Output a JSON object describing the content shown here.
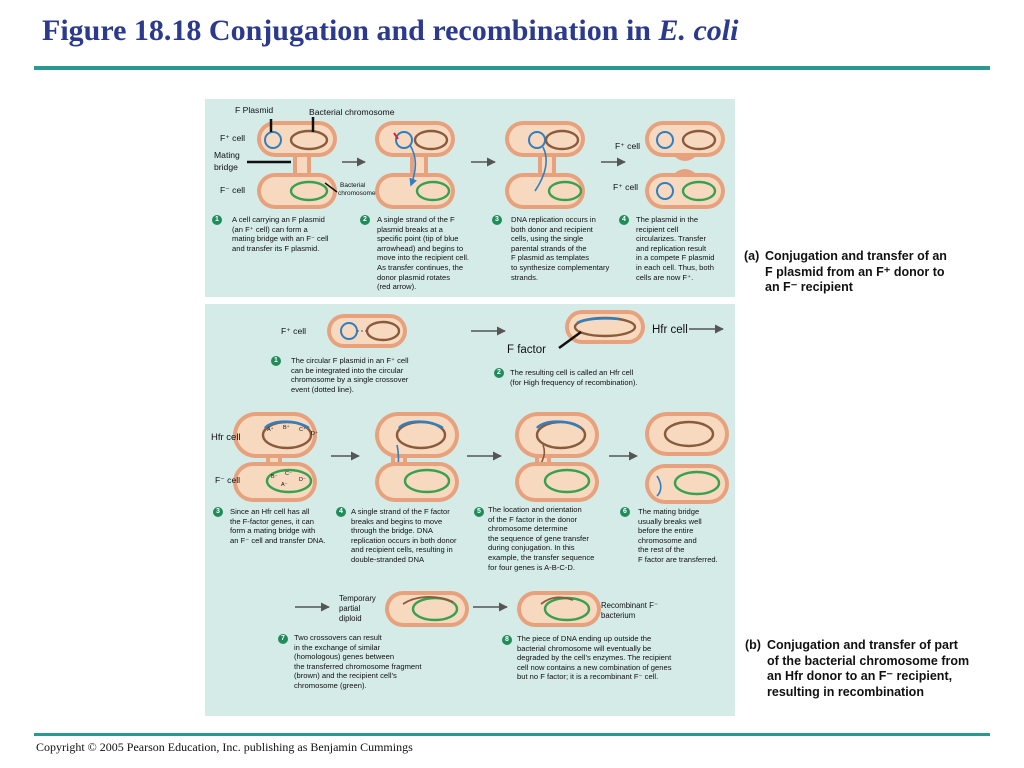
{
  "title": {
    "main": "Figure 18.18 Conjugation and recombination in ",
    "italic": "E. coli"
  },
  "copyright": "Copyright © 2005 Pearson Education, Inc. publishing as Benjamin Cummings",
  "panel_a": {
    "labels": {
      "f_plasmid": "F Plasmid",
      "bacterial_chromosome_top": "Bacterial chromosome",
      "f_plus_cell": "F⁺ cell",
      "mating": "Mating",
      "bridge": "bridge",
      "f_minus_cell": "F⁻ cell",
      "bacterial": "Bacterial",
      "chromosome": "chromosome",
      "f_plus_cell_right_top": "F⁺ cell",
      "f_plus_cell_right_bottom": "F⁺ cell"
    },
    "steps": [
      {
        "num": "1",
        "lines": [
          "A cell carrying an F plasmid",
          "(an F⁺ cell) can form a",
          "mating bridge with an F⁻ cell",
          "and transfer its F plasmid."
        ]
      },
      {
        "num": "2",
        "lines": [
          "A single strand of the F",
          "plasmid breaks at a",
          "specific point (tip of blue",
          "arrowhead) and begins to",
          "move into the recipient cell.",
          "As transfer continues, the",
          "donor plasmid rotates",
          "(red arrow)."
        ]
      },
      {
        "num": "3",
        "lines": [
          "DNA replication occurs in",
          "both donor and recipient",
          "cells, using the single",
          "parental strands of the",
          "F plasmid as templates",
          "to synthesize complementary",
          "strands."
        ]
      },
      {
        "num": "4",
        "lines": [
          "The plasmid in the",
          "recipient cell",
          "circularizes. Transfer",
          "and replication  result",
          "in a compete F  plasmid",
          "in each cell. Thus, both",
          "cells are now F⁺."
        ]
      }
    ],
    "caption": {
      "tag": "(a)",
      "lines": [
        "Conjugation and transfer of an",
        "F plasmid from an F⁺ donor to",
        "an F⁻  recipient"
      ]
    }
  },
  "panel_b": {
    "labels": {
      "f_plus_cell": "F⁺ cell",
      "hfr_cell_top": "Hfr cell",
      "f_factor": "F factor",
      "hfr_cell": "Hfr cell",
      "f_minus_cell": "F⁻ cell",
      "temporary": "Temporary",
      "partial": "partial",
      "diploid": "diploid",
      "recombinant": "Recombinant F⁻",
      "bacterium": "bacterium"
    },
    "genes": {
      "a": "A⁺",
      "b": "B⁺",
      "c": "C⁺",
      "d": "D⁺",
      "am": "A⁻",
      "bm": "B⁻",
      "cm": "C⁻",
      "dm": "D⁻"
    },
    "steps": [
      {
        "num": "1",
        "lines": [
          "The circular F plasmid in an F⁺ cell",
          "can be integrated into the circular",
          "chromosome by a single crossover",
          "event (dotted line)."
        ]
      },
      {
        "num": "2",
        "lines": [
          "The resulting cell is called an Hfr cell",
          "(for High frequency of recombination)."
        ]
      },
      {
        "num": "3",
        "lines": [
          "Since an Hfr cell has all",
          "the F-factor genes, it can",
          "form a mating bridge with",
          "an F⁻ cell and transfer DNA."
        ]
      },
      {
        "num": "4",
        "lines": [
          "A single strand of the F factor",
          "breaks and begins to move",
          "through  the bridge. DNA",
          "replication occurs in both donor",
          "and recipient cells, resulting in",
          "double-stranded DNA"
        ]
      },
      {
        "num": "5",
        "lines": [
          "The location and orientation",
          "of the F factor in the donor",
          "chromosome determine",
          "the sequence of gene transfer",
          "during conjugation. In this",
          "example, the transfer sequence",
          "for four genes is A-B-C-D."
        ]
      },
      {
        "num": "6",
        "lines": [
          "The mating bridge",
          "usually breaks well",
          "before the entire",
          "chromosome and",
          " the rest of the",
          "F factor are transferred."
        ]
      },
      {
        "num": "7",
        "lines": [
          "Two crossovers can result",
          "in the exchange of similar",
          "(homologous) genes between",
          "the transferred chromosome fragment",
          "(brown)  and the recipient cell’s",
          "chromosome  (green)."
        ]
      },
      {
        "num": "8",
        "lines": [
          "The piece of DNA ending up outside the",
          "bacterial chromosome will eventually be",
          "degraded by the cell’s enzymes. The recipient",
          "cell now contains a new combination of genes",
          "but no F factor; it is a recombinant F⁻ cell."
        ]
      }
    ],
    "caption": {
      "tag": "(b)",
      "lines": [
        "Conjugation and transfer of part",
        "of the bacterial chromosome from",
        "an Hfr donor to an F⁻ recipient,",
        "resulting in recombination"
      ]
    }
  },
  "colors": {
    "panel_bg": "#d5ebe7",
    "cell_outer": "#e7a27d",
    "cell_inner": "#f7d9c0",
    "plasmid": "#2f7fc1",
    "donor_chromosome": "#8a5a3c",
    "recipient_chromosome": "#36a14e",
    "step_badge": "#1f8c5a",
    "title": "#2b3a8c",
    "rule": "#2a9a90"
  }
}
